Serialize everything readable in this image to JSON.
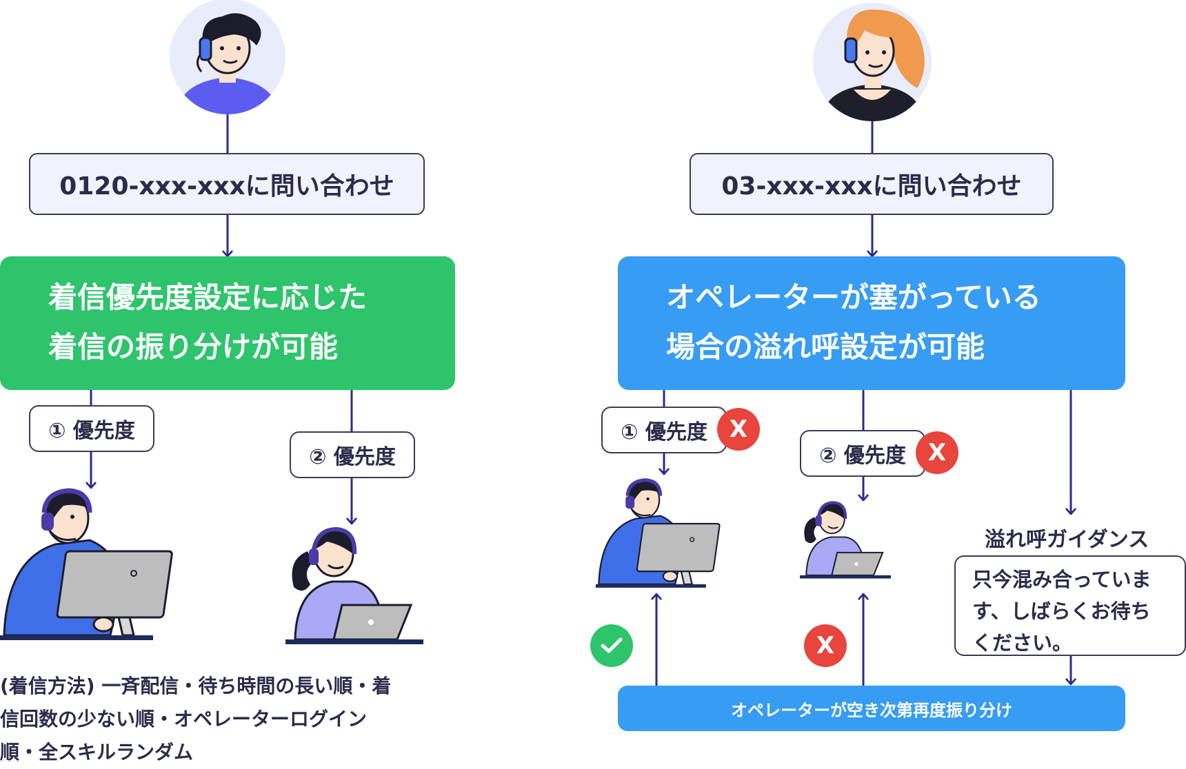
{
  "left": {
    "phone_label": "0120-xxx-xxxに問い合わせ",
    "banner_lines": [
      "着信優先度設定に応じた",
      "着信の振り分けが可能"
    ],
    "priority1": "① 優先度",
    "priority2": "② 優先度",
    "method_lines": [
      "(着信方法) 一斉配信・待ち時間の長い順・着",
      "信回数の少ない順・オペレーターログイン",
      "順・全スキルランダム"
    ]
  },
  "right": {
    "phone_label": "03-xxx-xxxに問い合わせ",
    "banner_lines": [
      "オペレーターが塞がっている",
      "場合の溢れ呼設定が可能"
    ],
    "priority1": "① 優先度",
    "priority2": "② 優先度",
    "badge_x": "X",
    "guidance_title": "溢れ呼ガイダンス",
    "guidance_lines": [
      "只今混み合っていま",
      "す、しばらくお待ち",
      "ください。"
    ],
    "footer": "オペレーターが空き次第再度振り分け"
  },
  "colors": {
    "green": "#2dc46b",
    "blue": "#379cf3",
    "red": "#e8453c",
    "arrow": "#2d2a8c"
  },
  "icons": [
    "caller-man-avatar",
    "caller-woman-avatar",
    "operator-man-desktop",
    "operator-woman-laptop",
    "check-icon",
    "x-icon",
    "arrow-icon"
  ]
}
